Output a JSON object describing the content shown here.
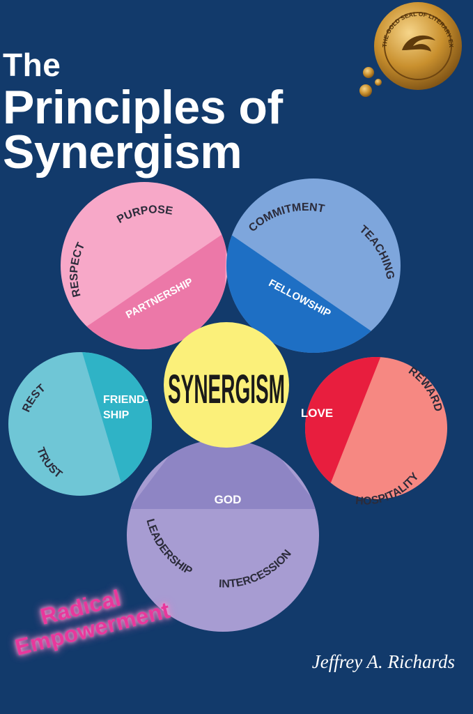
{
  "book": {
    "title_line1": "The",
    "title_line2": "Principles of",
    "title_line3": "Synergism",
    "author": "Jeffrey A. Richards",
    "tagline_line1": "Radical",
    "tagline_line2": "Empowerment"
  },
  "seal": {
    "text": "THE GOLD SEAL OF LITERARY EXCELLENCE",
    "icon": "gold-wax-seal-icon"
  },
  "diagram": {
    "center": "SYNERGISM",
    "inner": {
      "partnership": "PARTNERSHIP",
      "fellowship": "FELLOWSHIP",
      "friendship_1": "FRIEND-",
      "friendship_2": "SHIP",
      "love": "LOVE",
      "god": "GOD"
    },
    "outer": {
      "respect": "RESPECT",
      "purpose": "PURPOSE",
      "commitment": "COMMITMENT",
      "teaching": "TEACHING",
      "rest": "REST",
      "trust": "TRUST",
      "reward": "REWARD",
      "hospitality": "HOSPITALITY",
      "leadership": "LEADERSHIP",
      "intercession": "INTERCESSION"
    }
  },
  "colors": {
    "background": "#123a6b",
    "pink": "#f7a8c8",
    "pink_inner": "#ec78a8",
    "blue": "#7ea6dc",
    "blue_inner": "#1e6fc4",
    "teal": "#6fc6d6",
    "teal_inner": "#2fb3c6",
    "coral": "#f68882",
    "coral_inner": "#e81e3e",
    "lavender": "#a79cd2",
    "lavender_inner": "#8e85c4",
    "center": "#fbf07a",
    "tagline": "#e8389c"
  }
}
